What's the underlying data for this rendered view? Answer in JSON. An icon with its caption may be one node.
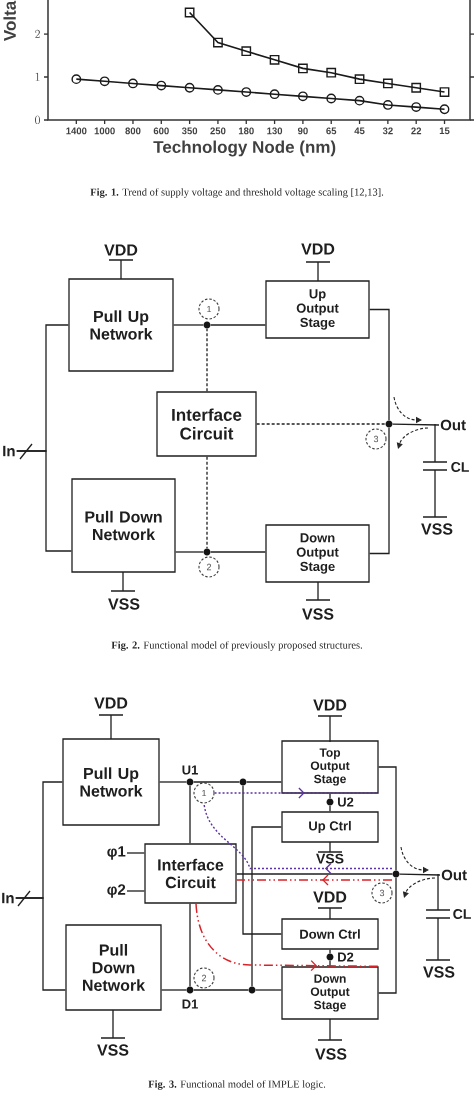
{
  "diagram": {
    "nodes": [
      {
        "text": [
          "Pull Up Network"
        ]
      },
      {
        "text": [
          "Up Output Stage"
        ]
      },
      {
        "text": [
          "1"
        ]
      },
      {
        "text": [],
        "shape": "circle"
      },
      {
        "text": [
          "Interface Circuit"
        ]
      },
      {
        "text": [],
        "shape": "circle"
      },
      {
        "text": [
          "Out"
        ]
      },
      {
        "text": [
          "In"
        ]
      },
      {
        "text": [
          "3"
        ]
      },
      {
        "text": [
          "Pull Down Network"
        ]
      },
      {
        "text": [],
        "shape": "circle"
      },
      {
        "text": [
          "Down Output Stage"
        ]
      },
      {
        "text": [
          "2"
        ]
      },
      {
        "text": [
          "Pull Up Network"
        ]
      },
      {
        "text": [
          "Top Output Stage"
        ]
      },
      {
        "text": [],
        "shape": "circle",
        "beside": [
          "U1"
        ]
      },
      {
        "text": [],
        "shape": "circle"
      },
      {
        "text": [
          "1"
        ]
      },
      {
        "text": [],
        "shape": "circle",
        "beside": [
          "U2"
        ]
      },
      {
        "text": [
          "Up Ctrl"
        ]
      },
      {
        "text": [
          "φ1"
        ]
      },
      {
        "text": [
          "Interface Circuit"
        ]
      },
      {
        "text": [
          "φ2"
        ]
      },
      {
        "text": [],
        "shape": "circle"
      },
      {
        "text": [
          "Out"
        ]
      },
      {
        "text": [
          "3"
        ]
      },
      {
        "text": [
          "In"
        ]
      },
      {
        "text": [
          "Down Ctrl"
        ]
      },
      {
        "text": [],
        "shape": "circle",
        "beside": [
          "D2"
        ]
      },
      {
        "text": [
          "Pull Down Network"
        ]
      },
      {
        "text": [
          "2"
        ]
      },
      {
        "text": [],
        "shape": "circle",
        "beside": [
          "D1"
        ]
      },
      {
        "text": [],
        "shape": "circle"
      },
      {
        "text": [
          "Down Output Stage"
        ]
      }
    ],
    "edges": [
      {
        "from": 7,
        "to": 0,
        "arrow": "none"
      },
      {
        "from": 7,
        "to": 9,
        "arrow": "none"
      },
      {
        "from": 0,
        "to": 3,
        "arrow": "none"
      },
      {
        "from": 3,
        "to": 1,
        "arrow": "none"
      },
      {
        "from": 9,
        "to": 10,
        "arrow": "none"
      },
      {
        "from": 10,
        "to": 11,
        "arrow": "none"
      },
      {
        "from": 4,
        "to": 3,
        "arrow": "none",
        "style": "dashed"
      },
      {
        "from": 4,
        "to": 10,
        "arrow": "none",
        "style": "dashed"
      },
      {
        "from": 4,
        "to": 5,
        "arrow": "none",
        "style": "dashed"
      },
      {
        "from": 1,
        "to": 5,
        "arrow": "none"
      },
      {
        "from": 11,
        "to": 5,
        "arrow": "none"
      },
      {
        "from": 5,
        "to": 6,
        "arrow": "none"
      },
      {
        "from": 26,
        "to": 13,
        "arrow": "none"
      },
      {
        "from": 26,
        "to": 29,
        "arrow": "none"
      },
      {
        "from": 13,
        "to": 15,
        "arrow": "none"
      },
      {
        "from": 15,
        "to": 16,
        "arrow": "none"
      },
      {
        "from": 16,
        "to": 14,
        "arrow": "none"
      },
      {
        "from": 15,
        "to": 21,
        "arrow": "none"
      },
      {
        "from": 21,
        "to": 31,
        "arrow": "none"
      },
      {
        "from": 29,
        "to": 31,
        "arrow": "none"
      },
      {
        "from": 31,
        "to": 32,
        "arrow": "none"
      },
      {
        "from": 32,
        "to": 33,
        "arrow": "none"
      },
      {
        "from": 16,
        "to": 27,
        "arrow": "none"
      },
      {
        "from": 32,
        "to": 19,
        "arrow": "none"
      },
      {
        "from": 14,
        "to": 18,
        "arrow": "none"
      },
      {
        "from": 18,
        "to": 19,
        "arrow": "none"
      },
      {
        "from": 27,
        "to": 28,
        "arrow": "none"
      },
      {
        "from": 28,
        "to": 33,
        "arrow": "none"
      },
      {
        "from": 14,
        "to": 23,
        "arrow": "none"
      },
      {
        "from": 33,
        "to": 23,
        "arrow": "none"
      },
      {
        "from": 21,
        "to": 23,
        "arrow": "none"
      },
      {
        "from": 23,
        "to": 24,
        "arrow": "none"
      },
      {
        "from": 20,
        "to": 21,
        "arrow": "none"
      },
      {
        "from": 22,
        "to": 21,
        "arrow": "none"
      },
      {
        "from": 17,
        "to": 14,
        "arrow": "to",
        "style": "dashed",
        "color": "#5a32a5"
      },
      {
        "from": 23,
        "to": 17,
        "arrow": "to",
        "style": "dashed",
        "color": "#5a32a5"
      },
      {
        "from": 23,
        "to": 21,
        "arrow": "to",
        "style": "dashed",
        "color": "#d72328"
      },
      {
        "from": 21,
        "to": 33,
        "arrow": "to",
        "style": "dashed",
        "color": "#d72328"
      }
    ],
    "labels": [
      "**Fig. 1.** Trend of supply voltage and threshold voltage scaling [12,13].",
      "VDD",
      "VDD",
      "CL",
      "VSS",
      "VSS",
      "VSS",
      "**Fig. 2.** Functional model of previously proposed structures.",
      "VDD",
      "VDD",
      "VSS",
      "VDD",
      "CL",
      "VSS",
      "VSS",
      "VSS",
      "**Fig. 3.** Functional model of IMPLE logic."
    ],
    "chart_data": {
      "type": "line",
      "xlabel": "Technology Node (nm)",
      "ylabel": "Volta",
      "categories": [
        "1400",
        "1000",
        "800",
        "600",
        "350",
        "250",
        "180",
        "130",
        "90",
        "65",
        "45",
        "32",
        "22",
        "15"
      ],
      "series": [
        {
          "color": "#1a1a1a",
          "marker": "square",
          "values": [
            null,
            null,
            null,
            null,
            2.5,
            1.8,
            1.6,
            1.4,
            1.2,
            1.1,
            0.95,
            0.85,
            0.75,
            0.65
          ]
        },
        {
          "color": "#1a1a1a",
          "marker": "circle",
          "values": [
            0.95,
            0.9,
            0.85,
            0.8,
            0.75,
            0.7,
            0.65,
            0.6,
            0.55,
            0.5,
            0.45,
            0.35,
            0.3,
            0.25
          ]
        }
      ],
      "ylim": [
        0,
        2.85
      ],
      "yticks": [
        0,
        1,
        2
      ]
    }
  }
}
